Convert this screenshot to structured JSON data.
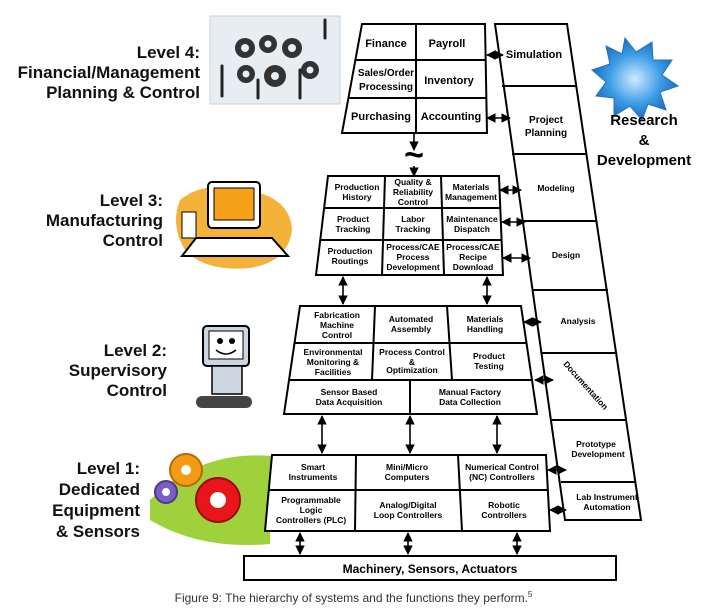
{
  "levels": {
    "level4": {
      "line1": "Level 4:",
      "line2": "Financial/Management",
      "line3": "Planning & Control"
    },
    "level3": {
      "line1": "Level 3:",
      "line2": "Manufacturing",
      "line3": "Control"
    },
    "level2": {
      "line1": "Level 2:",
      "line2": "Supervisory",
      "line3": "Control"
    },
    "level1": {
      "line1": "Level 1:",
      "line2": "Dedicated",
      "line3": "Equipment",
      "line4": "& Sensors"
    }
  },
  "level4_cells": {
    "finance": "Finance",
    "payroll": "Payroll",
    "sales1": "Sales/Order",
    "sales2": "Processing",
    "inventory": "Inventory",
    "purchasing": "Purchasing",
    "accounting": "Accounting"
  },
  "tilde": "~",
  "level3_cells": {
    "prod_hist1": "Production",
    "prod_hist2": "History",
    "qrc1": "Quality &",
    "qrc2": "Reliability",
    "qrc3": "Control",
    "matmgmt1": "Materials",
    "matmgmt2": "Management",
    "prodtrack1": "Product",
    "prodtrack2": "Tracking",
    "labor1": "Labor",
    "labor2": "Tracking",
    "maint1": "Maintenance",
    "maint2": "Dispatch",
    "routings1": "Production",
    "routings2": "Routings",
    "cae1_1": "Process/CAE",
    "cae1_2": "Process",
    "cae1_3": "Development",
    "cae2_1": "Process/CAE",
    "cae2_2": "Recipe",
    "cae2_3": "Download"
  },
  "level2_cells": {
    "fab1": "Fabrication",
    "fab2": "Machine",
    "fab3": "Control",
    "auto1": "Automated",
    "auto2": "Assembly",
    "mh1": "Materials",
    "mh2": "Handling",
    "env1": "Environmental",
    "env2": "Monitoring &",
    "env3": "Facilities",
    "pc1": "Process Control",
    "pc2": "&",
    "pc3": "Optimization",
    "pt1": "Product",
    "pt2": "Testing",
    "sb1": "Sensor Based",
    "sb2": "Data Acquisition",
    "mf1": "Manual Factory",
    "mf2": "Data Collection"
  },
  "level1_cells": {
    "smart1": "Smart",
    "smart2": "Instruments",
    "mini1": "Mini/Micro",
    "mini2": "Computers",
    "nc1": "Numerical Control",
    "nc2": "(NC) Controllers",
    "plc1": "Programmable",
    "plc2": "Logic",
    "plc3": "Controllers (PLC)",
    "ad1": "Analog/Digital",
    "ad2": "Loop Controllers",
    "rob1": "Robotic",
    "rob2": "Controllers"
  },
  "base_label": "Machinery, Sensors, Actuators",
  "rd_column": {
    "simulation": "Simulation",
    "project1": "Project",
    "project2": "Planning",
    "modeling": "Modeling",
    "design": "Design",
    "analysis": "Analysis",
    "documentation": "Documentation",
    "proto1": "Prototype",
    "proto2": "Development",
    "lab1": "Lab Instrument",
    "lab2": "Automation"
  },
  "research": {
    "line1": "Research",
    "line2": "&",
    "line3": "Development"
  },
  "caption": {
    "text": "Figure 9: The hierarchy of systems and the functions they perform.",
    "note": "5"
  },
  "colors": {
    "ink": "#000000",
    "burst": "#2f8fdc",
    "burst_light": "#9fd3ff",
    "gear_red": "#e8161b",
    "gear_orange": "#f39a16",
    "gear_green": "#6fbf3b",
    "monitor": "#f5a11a"
  }
}
